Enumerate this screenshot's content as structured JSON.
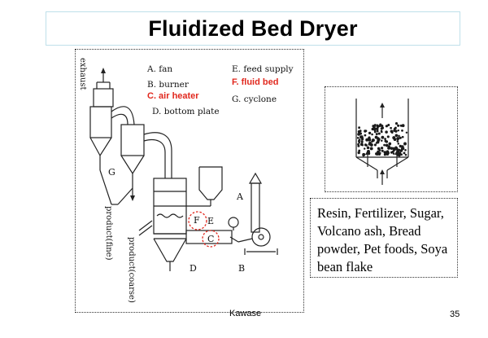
{
  "title": "Fluidized Bed Dryer",
  "legend": {
    "a": "A. fan",
    "b": "B. burner",
    "c": "C. air heater",
    "d": "D. bottom plate",
    "e": "E. feed supply",
    "f": "F. fluid bed",
    "g": "G. cyclone"
  },
  "diagram_labels": {
    "exhaust": "exhaust",
    "product_fine": "product(fine)",
    "product_coarse": "product(coarse)",
    "a": "A",
    "b": "B",
    "c": "C",
    "d": "D",
    "e": "E",
    "f": "F",
    "g": "G"
  },
  "uses_text": "Resin, Fertilizer, Sugar, Volcano ash, Bread powder, Pet foods, Soya bean flake",
  "footer": {
    "author": "Kawase",
    "page": "35"
  },
  "colors": {
    "highlight": "#e1281e",
    "title_border": "#bfe0ea"
  }
}
